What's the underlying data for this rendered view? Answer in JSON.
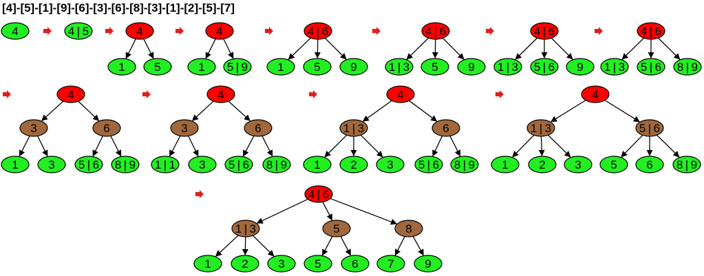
{
  "sequence": "[4]-[5]-[1]-[9]-[6]-[3]-[6]-[8]-[3]-[1]-[2]-[5]-[7]",
  "colors": {
    "root": "#ff0000",
    "internal": "#a0683c",
    "leaf": "#22ee22",
    "arrow": "#e02020",
    "edge": "#000000"
  },
  "steps": [
    {
      "nodes": [
        {
          "label": "4",
          "kind": "leaf"
        }
      ],
      "edges": []
    },
    {
      "nodes": [
        {
          "label": "4|5",
          "kind": "leaf"
        }
      ],
      "edges": []
    },
    {
      "nodes": [
        {
          "label": "4",
          "kind": "root"
        },
        {
          "label": "1",
          "kind": "leaf"
        },
        {
          "label": "5",
          "kind": "leaf"
        }
      ],
      "edges": [
        [
          0,
          1
        ],
        [
          0,
          2
        ]
      ]
    },
    {
      "nodes": [
        {
          "label": "4",
          "kind": "root"
        },
        {
          "label": "1",
          "kind": "leaf"
        },
        {
          "label": "5|9",
          "kind": "leaf"
        }
      ],
      "edges": [
        [
          0,
          1
        ],
        [
          0,
          2
        ]
      ]
    },
    {
      "nodes": [
        {
          "label": "4|6",
          "kind": "root"
        },
        {
          "label": "1",
          "kind": "leaf"
        },
        {
          "label": "5",
          "kind": "leaf"
        },
        {
          "label": "9",
          "kind": "leaf"
        }
      ],
      "edges": [
        [
          0,
          1
        ],
        [
          0,
          2
        ],
        [
          0,
          3
        ]
      ]
    },
    {
      "nodes": [
        {
          "label": "4|6",
          "kind": "root"
        },
        {
          "label": "1|3",
          "kind": "leaf"
        },
        {
          "label": "5",
          "kind": "leaf"
        },
        {
          "label": "9",
          "kind": "leaf"
        }
      ],
      "edges": [
        [
          0,
          1
        ],
        [
          0,
          2
        ],
        [
          0,
          3
        ]
      ]
    },
    {
      "nodes": [
        {
          "label": "4|6",
          "kind": "root"
        },
        {
          "label": "1|3",
          "kind": "leaf"
        },
        {
          "label": "5|6",
          "kind": "leaf"
        },
        {
          "label": "9",
          "kind": "leaf"
        }
      ],
      "edges": [
        [
          0,
          1
        ],
        [
          0,
          2
        ],
        [
          0,
          3
        ]
      ]
    },
    {
      "nodes": [
        {
          "label": "4|6",
          "kind": "root"
        },
        {
          "label": "1|3",
          "kind": "leaf"
        },
        {
          "label": "5|6",
          "kind": "leaf"
        },
        {
          "label": "8|9",
          "kind": "leaf"
        }
      ],
      "edges": [
        [
          0,
          1
        ],
        [
          0,
          2
        ],
        [
          0,
          3
        ]
      ]
    },
    {
      "nodes": [
        {
          "label": "4",
          "kind": "root"
        },
        {
          "label": "3",
          "kind": "internal"
        },
        {
          "label": "6",
          "kind": "internal"
        },
        {
          "label": "1",
          "kind": "leaf"
        },
        {
          "label": "3",
          "kind": "leaf"
        },
        {
          "label": "5|6",
          "kind": "leaf"
        },
        {
          "label": "8|9",
          "kind": "leaf"
        }
      ],
      "edges": [
        [
          0,
          1
        ],
        [
          0,
          2
        ],
        [
          1,
          3
        ],
        [
          1,
          4
        ],
        [
          2,
          5
        ],
        [
          2,
          6
        ]
      ]
    },
    {
      "nodes": [
        {
          "label": "4",
          "kind": "root"
        },
        {
          "label": "3",
          "kind": "internal"
        },
        {
          "label": "6",
          "kind": "internal"
        },
        {
          "label": "1|1",
          "kind": "leaf"
        },
        {
          "label": "3",
          "kind": "leaf"
        },
        {
          "label": "5|6",
          "kind": "leaf"
        },
        {
          "label": "8|9",
          "kind": "leaf"
        }
      ],
      "edges": [
        [
          0,
          1
        ],
        [
          0,
          2
        ],
        [
          1,
          3
        ],
        [
          1,
          4
        ],
        [
          2,
          5
        ],
        [
          2,
          6
        ]
      ]
    },
    {
      "nodes": [
        {
          "label": "4",
          "kind": "root"
        },
        {
          "label": "1|3",
          "kind": "internal"
        },
        {
          "label": "6",
          "kind": "internal"
        },
        {
          "label": "1",
          "kind": "leaf"
        },
        {
          "label": "2",
          "kind": "leaf"
        },
        {
          "label": "3",
          "kind": "leaf"
        },
        {
          "label": "5|6",
          "kind": "leaf"
        },
        {
          "label": "8|9",
          "kind": "leaf"
        }
      ],
      "edges": [
        [
          0,
          1
        ],
        [
          0,
          2
        ],
        [
          1,
          3
        ],
        [
          1,
          4
        ],
        [
          1,
          5
        ],
        [
          2,
          6
        ],
        [
          2,
          7
        ]
      ]
    },
    {
      "nodes": [
        {
          "label": "4",
          "kind": "root"
        },
        {
          "label": "1|3",
          "kind": "internal"
        },
        {
          "label": "5|6",
          "kind": "internal"
        },
        {
          "label": "1",
          "kind": "leaf"
        },
        {
          "label": "2",
          "kind": "leaf"
        },
        {
          "label": "3",
          "kind": "leaf"
        },
        {
          "label": "5",
          "kind": "leaf"
        },
        {
          "label": "6",
          "kind": "leaf"
        },
        {
          "label": "8|9",
          "kind": "leaf"
        }
      ],
      "edges": [
        [
          0,
          1
        ],
        [
          0,
          2
        ],
        [
          1,
          3
        ],
        [
          1,
          4
        ],
        [
          1,
          5
        ],
        [
          2,
          6
        ],
        [
          2,
          7
        ],
        [
          2,
          8
        ]
      ]
    },
    {
      "nodes": [
        {
          "label": "4|6",
          "kind": "root"
        },
        {
          "label": "1|3",
          "kind": "internal"
        },
        {
          "label": "5",
          "kind": "internal"
        },
        {
          "label": "8",
          "kind": "internal"
        },
        {
          "label": "1",
          "kind": "leaf"
        },
        {
          "label": "2",
          "kind": "leaf"
        },
        {
          "label": "3",
          "kind": "leaf"
        },
        {
          "label": "5",
          "kind": "leaf"
        },
        {
          "label": "6",
          "kind": "leaf"
        },
        {
          "label": "7",
          "kind": "leaf"
        },
        {
          "label": "9",
          "kind": "leaf"
        }
      ],
      "edges": [
        [
          0,
          1
        ],
        [
          0,
          2
        ],
        [
          0,
          3
        ],
        [
          1,
          4
        ],
        [
          1,
          5
        ],
        [
          1,
          6
        ],
        [
          2,
          7
        ],
        [
          2,
          8
        ],
        [
          3,
          9
        ],
        [
          3,
          10
        ]
      ]
    }
  ]
}
